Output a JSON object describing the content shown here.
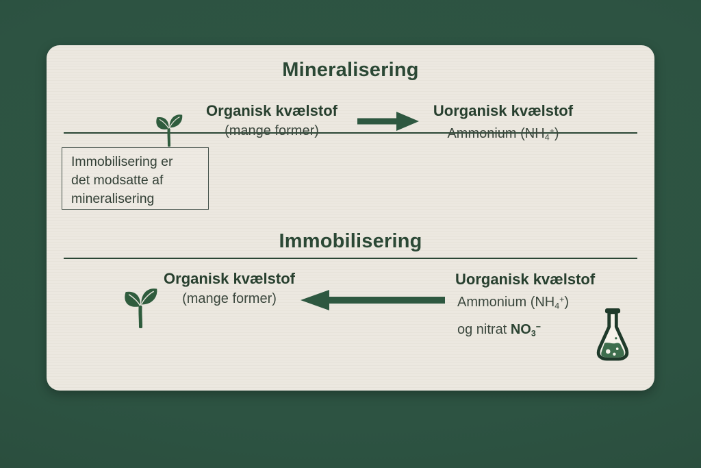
{
  "page": {
    "background_color": "#2d5342",
    "card_color": "#ece8e0",
    "accent_green": "#2e5840",
    "heading_color": "#273f2e",
    "text_color": "#3b473d"
  },
  "sections": {
    "mineralisering": {
      "title": "Mineralisering",
      "source": {
        "title": "Organisk kvælstof",
        "subtitle": "(mange former)"
      },
      "target": {
        "title": "Uorganisk kvælstof",
        "ammonium": {
          "pre": "Ammonium (NH",
          "sub": "4",
          "sup": "+",
          "post": ")"
        }
      }
    },
    "note": {
      "lines": [
        "Immobilisering er",
        "det modsatte af",
        "mineralisering"
      ]
    },
    "immobilisering": {
      "title": "Immobilisering",
      "source": {
        "title": "Organisk kvælstof",
        "subtitle": "(mange former)"
      },
      "target": {
        "title": "Uorganisk kvælstof",
        "ammonium": {
          "pre": "Ammonium (NH",
          "sub": "4",
          "sup": "+",
          "post": ")"
        },
        "nitrat": {
          "pre": "og nitrat ",
          "bold": "NO",
          "sub": "3",
          "sup": "−"
        }
      }
    }
  },
  "icons": {
    "sprout": "seedling sprout with two leaves",
    "arrow_right": "thick right arrow",
    "arrow_left": "thick left arrow",
    "flask": "erlenmeyer flask with green liquid and bubbles"
  }
}
